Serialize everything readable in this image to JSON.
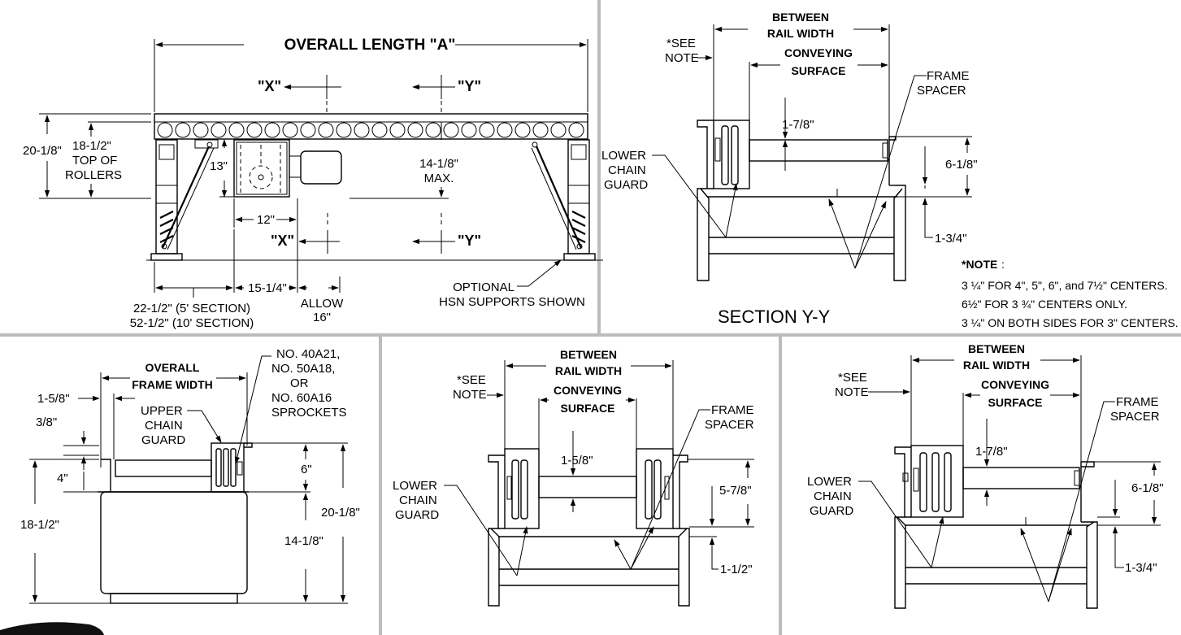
{
  "colors": {
    "line": "#000000",
    "divider": "#bcbcbc",
    "background": "#ffffff"
  },
  "side_view": {
    "overall_length": "OVERALL LENGTH \"A\"",
    "section_x": "\"X\"",
    "section_y": "\"Y\"",
    "height_overall": "20-1/8\"",
    "top_of_rollers_1": "18-1/2\"",
    "top_of_rollers_2": "TOP OF",
    "top_of_rollers_3": "ROLLERS",
    "drive_height": "13\"",
    "max_height_1": "14-1/8\"",
    "max_height_2": "MAX.",
    "drive_width": "12\"",
    "offset": "15-1/4\"",
    "allow_1": "ALLOW",
    "allow_2": "16\"",
    "section_5ft": "22-1/2\" (5' SECTION)",
    "section_10ft": "52-1/2\" (10' SECTION)",
    "optional_1": "OPTIONAL",
    "optional_2": "HSN SUPPORTS SHOWN"
  },
  "section_yy": {
    "between_1": "BETWEEN",
    "between_2": "RAIL WIDTH",
    "conveying_1": "CONVEYING",
    "conveying_2": "SURFACE",
    "see_1": "*SEE",
    "see_2": "NOTE",
    "frame_1": "FRAME",
    "frame_2": "SPACER",
    "dim_top": "1-7/8\"",
    "dim_right": "6-1/8\"",
    "dim_bottom": "1-3/4\"",
    "lower_1": "LOWER",
    "lower_2": "CHAIN",
    "lower_3": "GUARD",
    "title": "SECTION Y-Y",
    "note_title": "*NOTE",
    "note_1": "3 ¼\" FOR 4\", 5\", 6\", and 7½\" CENTERS.",
    "note_2": "6½\" FOR 3  ¾\" CENTERS ONLY.",
    "note_3": "3 ¼\" ON BOTH SIDES FOR 3\" CENTERS."
  },
  "end_view": {
    "overall_1": "OVERALL",
    "overall_2": "FRAME WIDTH",
    "dim_a": "1-5/8\"",
    "dim_b": "3/8\"",
    "dim_c": "4\"",
    "dim_d": "18-1/2\"",
    "upper_1": "UPPER",
    "upper_2": "CHAIN",
    "upper_3": "GUARD",
    "sprk_1": "NO. 40A21,",
    "sprk_2": "NO. 50A18,",
    "sprk_3": "OR",
    "sprk_4": "NO. 60A16",
    "sprk_5": "SPROCKETS",
    "dim_e": "6\"",
    "dim_f": "20-1/8\"",
    "dim_g": "14-1/8\""
  },
  "section_mid": {
    "between_1": "BETWEEN",
    "between_2": "RAIL WIDTH",
    "conveying_1": "CONVEYING",
    "conveying_2": "SURFACE",
    "see_1": "*SEE",
    "see_2": "NOTE",
    "frame_1": "FRAME",
    "frame_2": "SPACER",
    "dim_top": "1-5/8\"",
    "dim_right": "5-7/8\"",
    "dim_bottom": "1-1/2\"",
    "lower_1": "LOWER",
    "lower_2": "CHAIN",
    "lower_3": "GUARD"
  },
  "section_right": {
    "between_1": "BETWEEN",
    "between_2": "RAIL WIDTH",
    "conveying_1": "CONVEYING",
    "conveying_2": "SURFACE",
    "see_1": "*SEE",
    "see_2": "NOTE",
    "frame_1": "FRAME",
    "frame_2": "SPACER",
    "dim_top": "1-7/8\"",
    "dim_right": "6-1/8\"",
    "dim_bottom": "1-3/4\"",
    "lower_1": "LOWER",
    "lower_2": "CHAIN",
    "lower_3": "GUARD"
  }
}
